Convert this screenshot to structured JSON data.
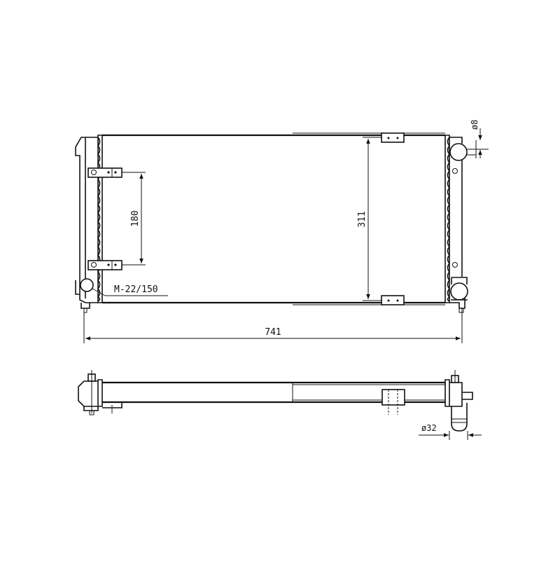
{
  "dimensions": {
    "width_label": "741",
    "height_label": "311",
    "bracket_spacing_label": "180",
    "fitting_label": "M-22/150",
    "pipe_small_label": "ø8",
    "pipe_large_label": "ø32"
  },
  "colors": {
    "line": "#111111",
    "background": "#ffffff"
  }
}
